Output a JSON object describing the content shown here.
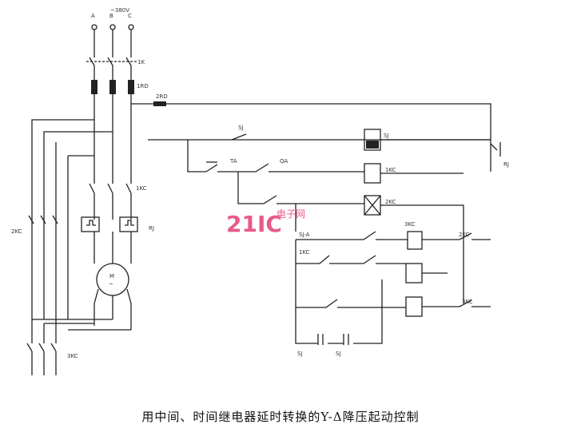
{
  "labels": {
    "phase_a": "A",
    "phase_b": "B",
    "phase_c": "C",
    "supply": "~380V",
    "fuse_main": "1RD",
    "fuse_ctrl": "2RD",
    "knife_switch": "1K",
    "contactor_y": "1KC",
    "contactor_d": "2KC",
    "contactor_m": "3KC",
    "motor": "M",
    "overload": "RJ",
    "stop_button": "TA",
    "start_button": "QA",
    "relay_coil": "SJ",
    "relay_contact": "SJ-A",
    "coil_1": "1KC",
    "coil_2": "2KC",
    "coil_3": "3KC",
    "aux_1": "1KC",
    "aux_2": "2KC",
    "aux_3": "3KC",
    "bottom_1": "SJ",
    "bottom_2": "SJ"
  },
  "watermark": {
    "main": "21IC",
    "sub": "电子网"
  },
  "caption": "用中间、时间继电器延时转换的Y-Δ降压起动控制"
}
